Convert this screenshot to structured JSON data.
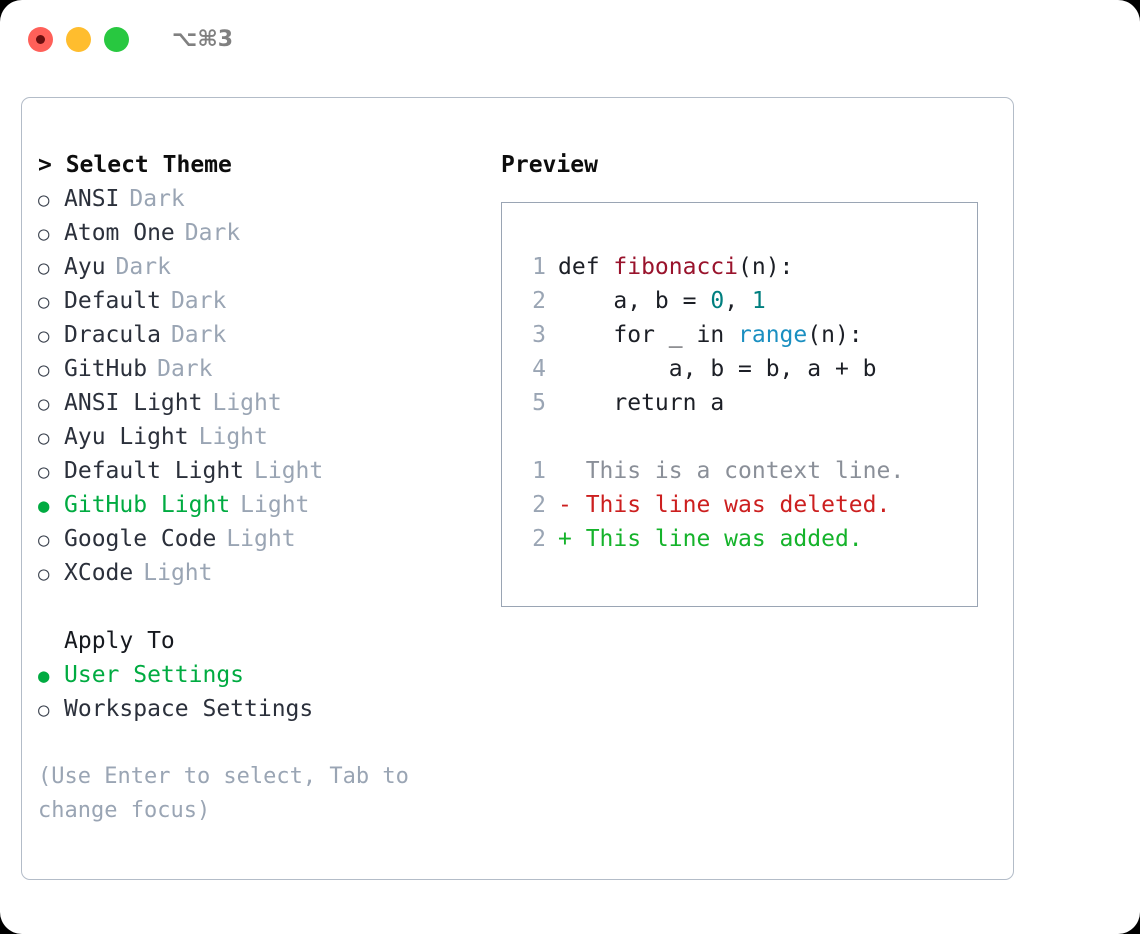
{
  "window": {
    "shortcut_label": "⌥⌘3",
    "traffic_lights": [
      "close",
      "minimize",
      "maximize"
    ]
  },
  "left_pane": {
    "header": "> Select Theme",
    "themes": [
      {
        "bullet": "○",
        "name": "ANSI",
        "variant": "Dark",
        "selected": false
      },
      {
        "bullet": "○",
        "name": "Atom One",
        "variant": "Dark",
        "selected": false
      },
      {
        "bullet": "○",
        "name": "Ayu",
        "variant": "Dark",
        "selected": false
      },
      {
        "bullet": "○",
        "name": "Default",
        "variant": "Dark",
        "selected": false
      },
      {
        "bullet": "○",
        "name": "Dracula",
        "variant": "Dark",
        "selected": false
      },
      {
        "bullet": "○",
        "name": "GitHub",
        "variant": "Dark",
        "selected": false
      },
      {
        "bullet": "○",
        "name": "ANSI Light",
        "variant": "Light",
        "selected": false
      },
      {
        "bullet": "○",
        "name": "Ayu Light",
        "variant": "Light",
        "selected": false
      },
      {
        "bullet": "○",
        "name": "Default Light",
        "variant": "Light",
        "selected": false
      },
      {
        "bullet": "●",
        "name": "GitHub Light",
        "variant": "Light",
        "selected": true
      },
      {
        "bullet": "○",
        "name": "Google Code",
        "variant": "Light",
        "selected": false
      },
      {
        "bullet": "○",
        "name": "XCode",
        "variant": "Light",
        "selected": false
      }
    ],
    "apply_to": {
      "heading": "Apply To",
      "options": [
        {
          "bullet": "●",
          "name": "User Settings",
          "selected": true
        },
        {
          "bullet": "○",
          "name": "Workspace Settings",
          "selected": false
        }
      ]
    },
    "hint": "(Use Enter to select, Tab to change focus)"
  },
  "right_pane": {
    "title": "Preview",
    "code_lines": [
      {
        "no": "1",
        "segments": [
          {
            "t": "def ",
            "cls": "code-txt"
          },
          {
            "t": "fibonacci",
            "cls": "tok-fn"
          },
          {
            "t": "(n):",
            "cls": "code-txt"
          }
        ]
      },
      {
        "no": "2",
        "segments": [
          {
            "t": "    a, b = ",
            "cls": "code-txt"
          },
          {
            "t": "0",
            "cls": "tok-num"
          },
          {
            "t": ", ",
            "cls": "code-txt"
          },
          {
            "t": "1",
            "cls": "tok-num"
          }
        ]
      },
      {
        "no": "3",
        "segments": [
          {
            "t": "    for _ in ",
            "cls": "code-txt"
          },
          {
            "t": "range",
            "cls": "tok-call"
          },
          {
            "t": "(n):",
            "cls": "code-txt"
          }
        ]
      },
      {
        "no": "4",
        "segments": [
          {
            "t": "        a, b = b, a + b",
            "cls": "code-txt"
          }
        ]
      },
      {
        "no": "5",
        "segments": [
          {
            "t": "    return a",
            "cls": "code-txt"
          }
        ]
      }
    ],
    "diff_lines": [
      {
        "no": "1",
        "text": "  This is a context line.",
        "cls": "diff-context"
      },
      {
        "no": "2",
        "text": "- This line was deleted.",
        "cls": "diff-del"
      },
      {
        "no": "2",
        "text": "+ This line was added.",
        "cls": "diff-add"
      }
    ]
  },
  "colors": {
    "accent_green": "#00ab41",
    "muted": "#9aa5b4",
    "border": "#b3bcc8",
    "text": "#2b303b",
    "token_function": "#99132c",
    "token_number": "#007f7f",
    "token_call": "#1a8fc1",
    "diff_added": "#15b32b",
    "diff_deleted": "#cc1f1f",
    "traffic_red": "#ff6059",
    "traffic_yellow": "#ffbd2e",
    "traffic_green": "#28c840"
  }
}
